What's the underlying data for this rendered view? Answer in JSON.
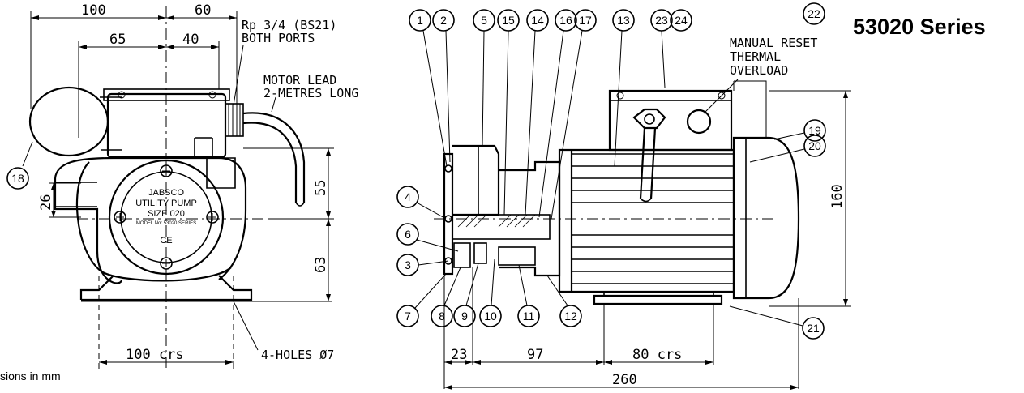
{
  "title": "53020 Series",
  "footnote": "sions in mm",
  "front_view": {
    "dims": {
      "d100_top": "100",
      "d60": "60",
      "d65": "65",
      "d40": "40",
      "d55": "55",
      "d26": "26",
      "d63": "63",
      "d100crs": "100 crs"
    },
    "notes": {
      "ports_line1": "Rp 3/4 (BS21)",
      "ports_line2": "BOTH PORTS",
      "lead_line1": "MOTOR LEAD",
      "lead_line2": "2-METRES LONG",
      "holes": "4-HOLES Ø7"
    },
    "plate": {
      "line1": "JABSCO",
      "line2": "UTILITY PUMP",
      "line3": "SIZE 020",
      "line4": "MODEL No: 53020 SERIES",
      "ce": "CE"
    }
  },
  "side_view": {
    "dims": {
      "d23": "23",
      "d97": "97",
      "d80crs": "80 crs",
      "d260": "260",
      "d160": "160"
    },
    "notes": {
      "reset_line1": "MANUAL  RESET",
      "reset_line2": "THERMAL",
      "reset_line3": "OVERLOAD"
    }
  },
  "balloons": {
    "b1": "1",
    "b2": "2",
    "b3": "3",
    "b4": "4",
    "b5": "5",
    "b6": "6",
    "b7": "7",
    "b8": "8",
    "b9": "9",
    "b10": "10",
    "b11": "11",
    "b12": "12",
    "b13": "13",
    "b14": "14",
    "b15": "15",
    "b16": "16",
    "b17": "17",
    "b18": "18",
    "b19": "19",
    "b20": "20",
    "b21": "21",
    "b22": "22",
    "b23": "23",
    "b24": "24"
  }
}
